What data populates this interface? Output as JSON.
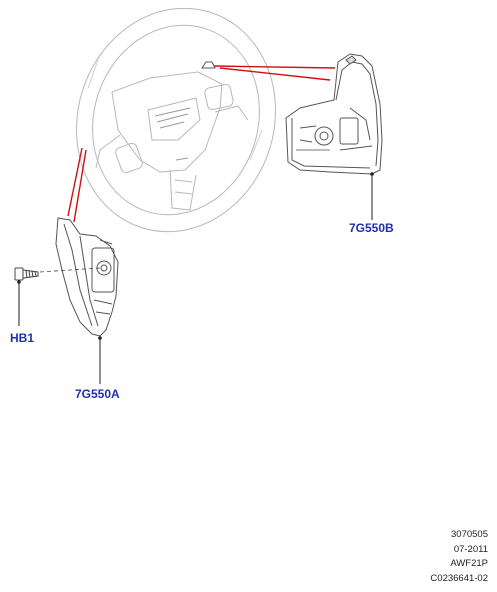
{
  "callouts": {
    "paddle_right": "7G550B",
    "paddle_left": "7G550A",
    "screw": "HB1"
  },
  "footer": {
    "line1": "3070505",
    "line2": "07-2011",
    "line3": "AWF21P",
    "line4": "C0236641-02"
  },
  "colors": {
    "callout_text": "#1f2fb0",
    "leader_line": "#d01010",
    "outline": "#555555",
    "wheel_outline": "#b8b8b8"
  }
}
